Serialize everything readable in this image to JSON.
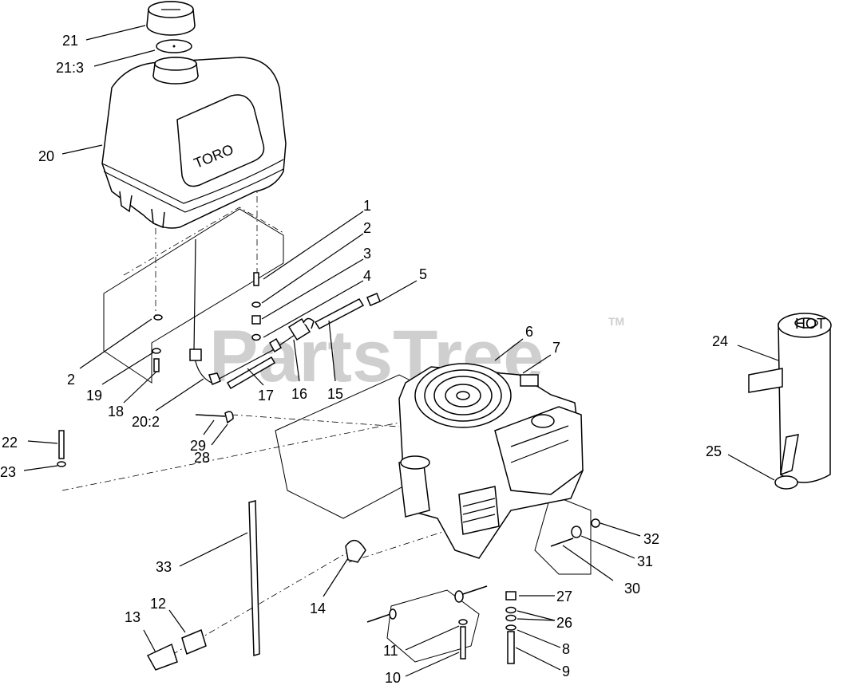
{
  "watermark": {
    "text": "PartsTree",
    "tm": "TM"
  },
  "brand": {
    "tank_logo": "TORO",
    "cap_text": "HOT"
  },
  "callouts": [
    {
      "id": "c1",
      "label": "1"
    },
    {
      "id": "c2a",
      "label": "2"
    },
    {
      "id": "c3",
      "label": "3"
    },
    {
      "id": "c4",
      "label": "4"
    },
    {
      "id": "c5",
      "label": "5"
    },
    {
      "id": "c6",
      "label": "6"
    },
    {
      "id": "c7",
      "label": "7"
    },
    {
      "id": "c8",
      "label": "8"
    },
    {
      "id": "c9",
      "label": "9"
    },
    {
      "id": "c10",
      "label": "10"
    },
    {
      "id": "c11",
      "label": "11"
    },
    {
      "id": "c12",
      "label": "12"
    },
    {
      "id": "c13",
      "label": "13"
    },
    {
      "id": "c14",
      "label": "14"
    },
    {
      "id": "c15",
      "label": "15"
    },
    {
      "id": "c16",
      "label": "16"
    },
    {
      "id": "c17",
      "label": "17"
    },
    {
      "id": "c18",
      "label": "18"
    },
    {
      "id": "c19",
      "label": "19"
    },
    {
      "id": "c2b",
      "label": "2"
    },
    {
      "id": "c20",
      "label": "20"
    },
    {
      "id": "c20_2",
      "label": "20:2"
    },
    {
      "id": "c21",
      "label": "21"
    },
    {
      "id": "c21_3",
      "label": "21:3"
    },
    {
      "id": "c22",
      "label": "22"
    },
    {
      "id": "c23",
      "label": "23"
    },
    {
      "id": "c24",
      "label": "24"
    },
    {
      "id": "c25",
      "label": "25"
    },
    {
      "id": "c26",
      "label": "26"
    },
    {
      "id": "c27",
      "label": "27"
    },
    {
      "id": "c28",
      "label": "28"
    },
    {
      "id": "c29",
      "label": "29"
    },
    {
      "id": "c30",
      "label": "30"
    },
    {
      "id": "c31",
      "label": "31"
    },
    {
      "id": "c32",
      "label": "32"
    },
    {
      "id": "c33",
      "label": "33"
    }
  ]
}
